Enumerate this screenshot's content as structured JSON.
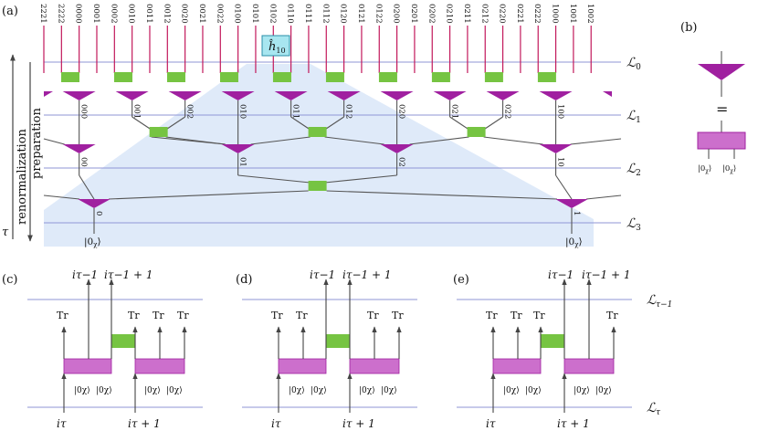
{
  "panels": {
    "a": "(a)",
    "b": "(b)",
    "c": "(c)",
    "d": "(d)",
    "e": "(e)"
  },
  "hamiltonian_label": "ĥ",
  "hamiltonian_sub": "10",
  "layers": [
    {
      "sym": "ℒ",
      "sub": "0"
    },
    {
      "sym": "ℒ",
      "sub": "1"
    },
    {
      "sym": "ℒ",
      "sub": "2"
    },
    {
      "sym": "ℒ",
      "sub": "3"
    }
  ],
  "top_labels": [
    "2221",
    "2222",
    "0000",
    "0001",
    "0002",
    "0010",
    "0011",
    "0012",
    "0020",
    "0021",
    "0022",
    "0100",
    "0101",
    "0102",
    "0110",
    "0111",
    "0112",
    "0120",
    "0121",
    "0122",
    "0200",
    "0201",
    "0202",
    "0210",
    "0211",
    "0212",
    "0220",
    "0221",
    "0222",
    "1000",
    "1001",
    "1002"
  ],
  "l1_labels": [
    "000",
    "001",
    "002",
    "010",
    "011",
    "012",
    "020",
    "021",
    "022",
    "100"
  ],
  "l2_labels": [
    "00",
    "01",
    "02",
    "10"
  ],
  "l3_labels": [
    "0",
    "1"
  ],
  "ket": "|0χ⟩",
  "ket_prefix": "|0",
  "ket_chi": "χ",
  "ket_suffix": "⟩",
  "side_labels": {
    "renormalization": "renormalization",
    "preparation": "preparation",
    "tau": "τ"
  },
  "equals": "=",
  "trace": "Tr",
  "index_labels": {
    "i_tau": "iτ",
    "i_tau_plus": "iτ + 1",
    "i_prev": "iτ−1",
    "i_prev_plus": "iτ−1 + 1"
  },
  "bottom_layers": {
    "top": "ℒτ−1",
    "bottom": "ℒτ"
  },
  "colors": {
    "tensor_purple": "#a020a0",
    "box_purple": "#cc6fcc",
    "unitary_green": "#76c442",
    "causal_cone": "#dbe8f8",
    "layer_line": "#8f95d6",
    "pink_leg": "#c2185b",
    "hamiltonian_box": "#a8e6f0"
  }
}
